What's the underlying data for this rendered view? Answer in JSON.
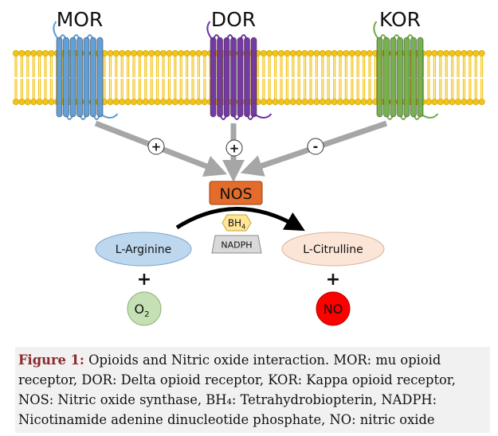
{
  "receptors": [
    {
      "name": "MOR",
      "color": "#5b9bd5",
      "effect": "+"
    },
    {
      "name": "DOR",
      "color": "#7030a0",
      "effect": "+"
    },
    {
      "name": "KOR",
      "color": "#70ad47",
      "effect": "-"
    }
  ],
  "enzyme": {
    "name": "NOS",
    "color": "#e36c2b"
  },
  "cofactors": {
    "bh4_base": "BH",
    "bh4_sub": "4",
    "nadph": "NADPH"
  },
  "substrates": {
    "l_arginine": "L-Arginine",
    "o2_base": "O",
    "o2_sub": "2",
    "plus": "+",
    "l_citrulline": "L-Citrulline",
    "no": "NO"
  },
  "colors": {
    "membrane_head": "#f2c318",
    "arrow": "#a6a6a6",
    "l_arginine_fill": "#bdd7ee",
    "l_citrulline_fill": "#fbe5d6",
    "o2_fill": "#c5e0b4",
    "no_fill": "#ff0000",
    "bh4_fill": "#ffe699",
    "nadph_fill": "#d9d9d9"
  },
  "caption": {
    "label": "Figure 1:",
    "line1": " Opioids and Nitric oxide interaction. MOR: mu opioid",
    "line2": "receptor, DOR: Delta opioid receptor, KOR: Kappa opioid receptor,",
    "line3": "NOS: Nitric oxide synthase, BH₄: Tetrahydrobiopterin, NADPH:",
    "line4": "Nicotinamide adenine dinucleotide phosphate, NO: nitric oxide"
  }
}
